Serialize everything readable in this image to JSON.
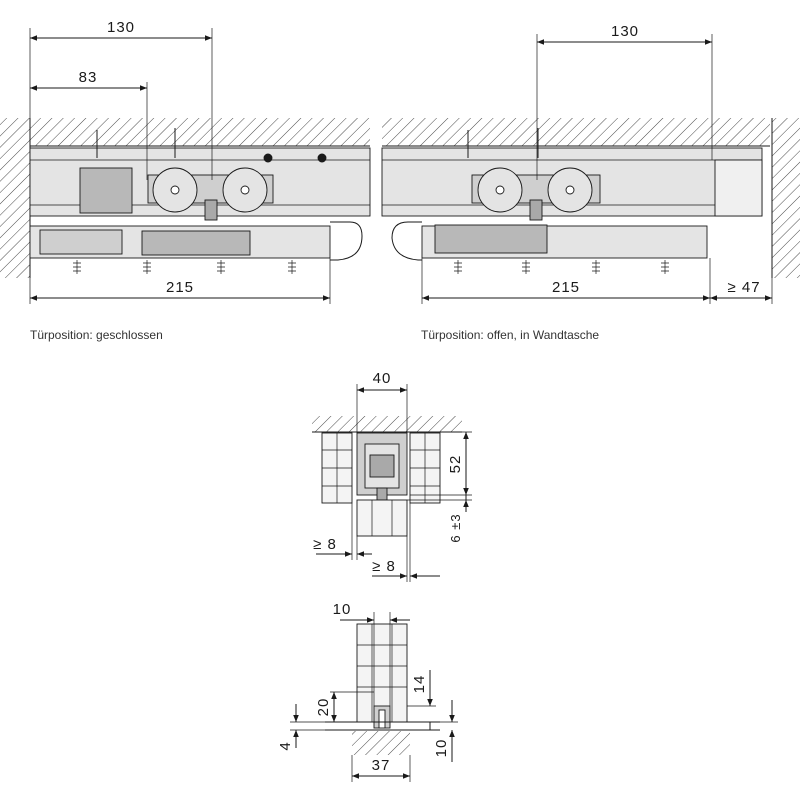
{
  "colors": {
    "line": "#1a1a1a",
    "part_light": "#e4e4e4",
    "part_mid": "#cfcfcf",
    "part_dark": "#a9a9a9",
    "caption": "#333333"
  },
  "captions": {
    "closed": "Türposition: geschlossen",
    "open": "Türposition: offen, in Wandtasche"
  },
  "dimensions": {
    "closed_130": "130",
    "closed_83": "83",
    "closed_215": "215",
    "open_130": "130",
    "open_215": "215",
    "open_ge47": "≥ 47",
    "section_40": "40",
    "section_52": "52",
    "section_6pm3": "6 ±3",
    "section_ge8_left": "≥ 8",
    "section_ge8_right": "≥ 8",
    "guide_10_top": "10",
    "guide_14": "14",
    "guide_20": "20",
    "guide_4": "4",
    "guide_10_right": "10",
    "guide_37": "37"
  }
}
